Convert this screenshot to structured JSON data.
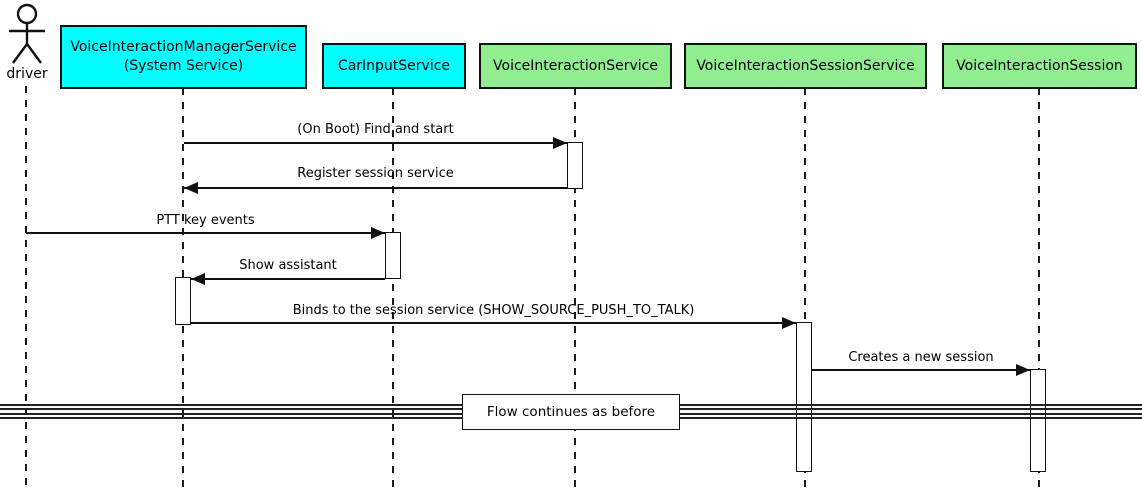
{
  "diagram_type": "uml-sequence-diagram",
  "actor": {
    "label": "driver"
  },
  "participants": [
    {
      "label": "VoiceInteractionManagerService",
      "sublabel": "(System Service)",
      "fill": "#00FFFF"
    },
    {
      "label": "CarInputService",
      "sublabel": "",
      "fill": "#00FFFF"
    },
    {
      "label": "VoiceInteractionService",
      "sublabel": "",
      "fill": "#90EE90"
    },
    {
      "label": "VoiceInteractionSessionService",
      "sublabel": "",
      "fill": "#90EE90"
    },
    {
      "label": "VoiceInteractionSession",
      "sublabel": "",
      "fill": "#90EE90"
    }
  ],
  "messages": [
    {
      "label": "(On Boot) Find and start",
      "from": "VoiceInteractionManagerService (System Service)",
      "to": "VoiceInteractionService",
      "direction": "right"
    },
    {
      "label": "Register session service",
      "from": "VoiceInteractionService",
      "to": "VoiceInteractionManagerService (System Service)",
      "direction": "left"
    },
    {
      "label": "PTT key events",
      "from": "driver",
      "to": "CarInputService",
      "direction": "right"
    },
    {
      "label": "Show assistant",
      "from": "CarInputService",
      "to": "VoiceInteractionManagerService (System Service)",
      "direction": "left"
    },
    {
      "label": "Binds to the session service (SHOW_SOURCE_PUSH_TO_TALK)",
      "from": "VoiceInteractionManagerService (System Service)",
      "to": "VoiceInteractionSessionService",
      "direction": "right"
    },
    {
      "label": "Creates a new session",
      "from": "VoiceInteractionSessionService",
      "to": "VoiceInteractionSession",
      "direction": "right"
    }
  ],
  "divider": {
    "label": "Flow continues as before"
  },
  "colors": {
    "participant_cyan": "#00FFFF",
    "participant_green": "#90EE90",
    "border": "#000000",
    "background": "#FFFFFF"
  }
}
